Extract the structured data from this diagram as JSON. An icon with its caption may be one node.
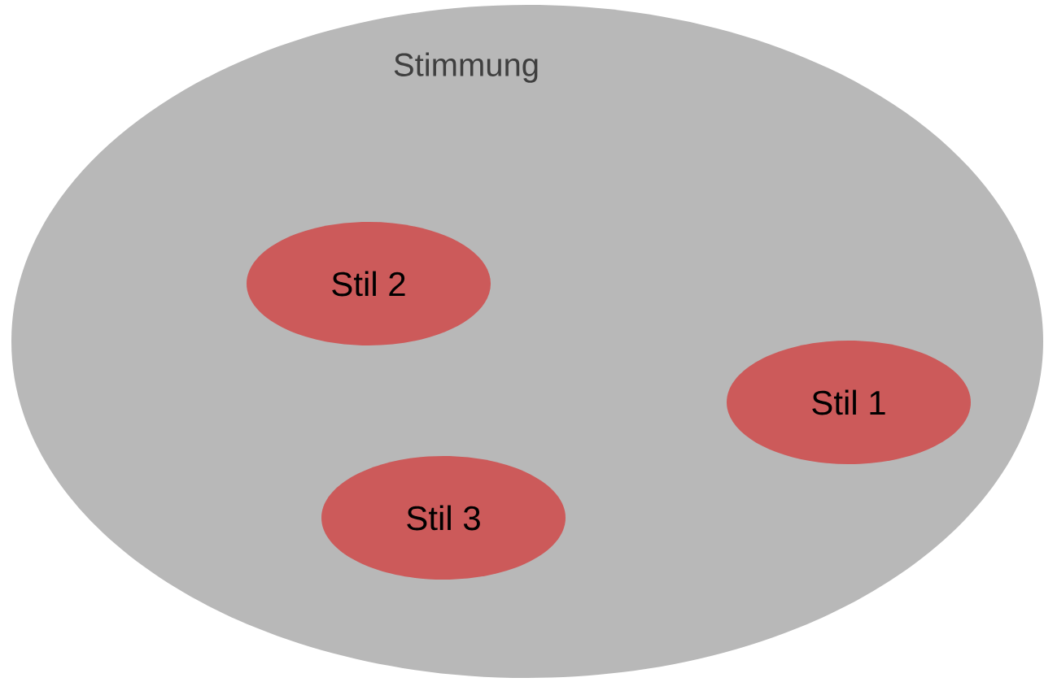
{
  "diagram": {
    "nodes": [
      {
        "text": [
          "Stimmung"
        ]
      },
      {
        "text": [
          "Stil 2"
        ],
        "in": 0
      },
      {
        "text": [
          "Stil 1"
        ],
        "in": 0
      },
      {
        "text": [
          "Stil 3"
        ],
        "in": 0
      }
    ]
  }
}
